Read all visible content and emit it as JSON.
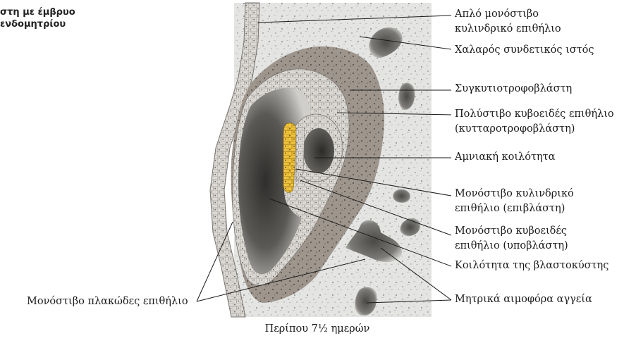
{
  "title": {
    "line1": "στη με έμβρυο",
    "line2": "ενδομητρίου"
  },
  "labels": {
    "simple_columnar": {
      "line1": "Απλό μονόστιβο",
      "line2": "κυλινδρικό επιθήλιο"
    },
    "loose_connective": {
      "line1": "Χαλαρός συνδετικός ιστός"
    },
    "syncytiotrophoblast": {
      "line1": "Συγκυτιοτροφοβλάστη"
    },
    "stratified_cuboidal": {
      "line1": "Πολύστιβο κυβοειδές επιθήλιο",
      "line2": "(κυτταροτροφοβλάστη)"
    },
    "amniotic_cavity": {
      "line1": "Αμνιακή κοιλότητα"
    },
    "epiblast": {
      "line1": "Μονόστιβο κυλινδρικό",
      "line2": "επιθήλιο (επιβλάστη)"
    },
    "hypoblast": {
      "line1": "Μονόστιβο κυβοειδές",
      "line2": "επιθήλιο (υποβλάστη)"
    },
    "blastocyst_cavity": {
      "line1": "Κοιλότητα της βλαστοκύστης"
    },
    "maternal_vessels": {
      "line1": "Μητρικά αιμοφόρα αγγεία"
    },
    "simple_squamous": {
      "line1": "Μονόστιβο πλακώδες επιθήλιο"
    }
  },
  "caption": "Περίπου 7½ ημερών",
  "colors": {
    "stroma": "#e4e5e3",
    "syncytio": "#9e958d",
    "cyto": "#d8d5d0",
    "cavity_dark": "#3f3e3c",
    "cavity_light": "#d9d8d4",
    "epiblast": "#f2c53d",
    "line": "#1a1a1a"
  }
}
